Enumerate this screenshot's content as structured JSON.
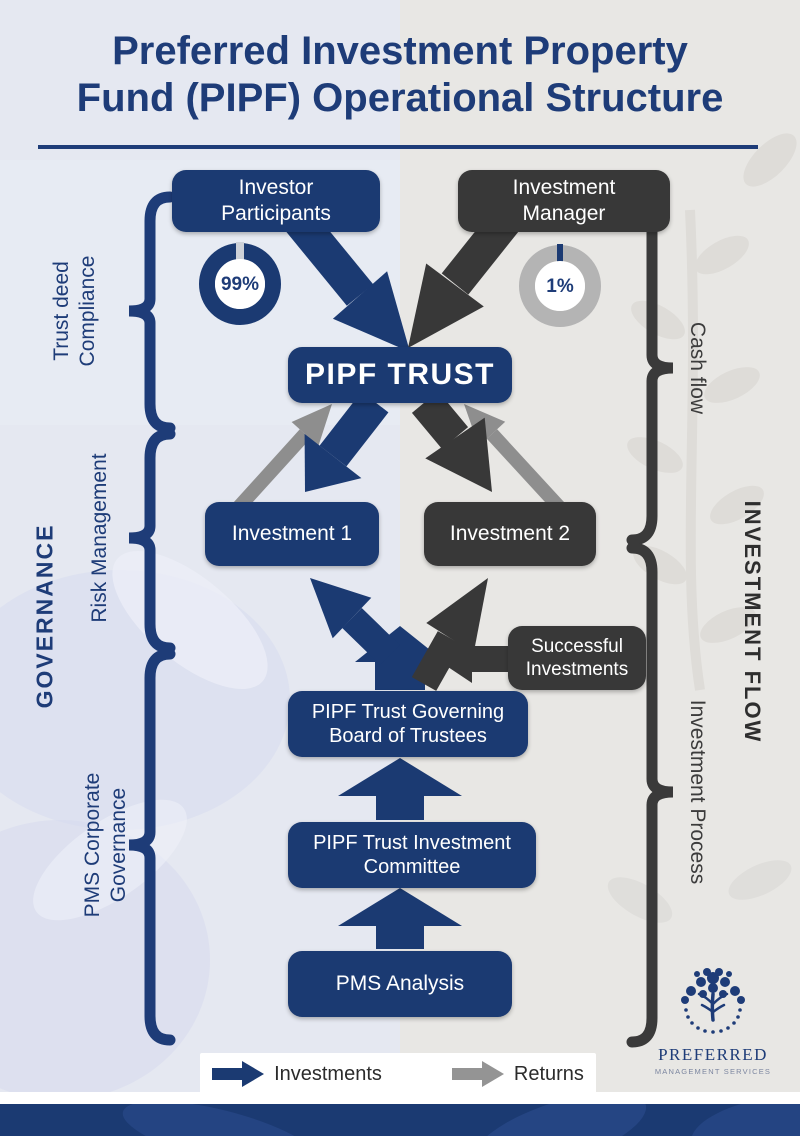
{
  "title": {
    "lines": [
      "Preferred Investment Property",
      "Fund (PIPF) Operational Structure"
    ]
  },
  "left_rail": {
    "governance_label": "GOVERNANCE",
    "sections": [
      {
        "lines": [
          "Trust deed",
          "Compliance"
        ]
      },
      {
        "lines": [
          "Risk Management"
        ]
      },
      {
        "lines": [
          "PMS Corporate",
          "Governance"
        ]
      }
    ]
  },
  "right_rail": {
    "flow_label": "INVESTMENT FLOW",
    "sections": [
      {
        "label": "Cash flow"
      },
      {
        "label": "Investment Process"
      }
    ]
  },
  "nodes": {
    "investor_participants": "Investor Participants",
    "investment_manager": "Investment Manager",
    "pipf_trust": "PIPF TRUST",
    "investment_1": "Investment 1",
    "investment_2": "Investment 2",
    "successful_investments": "Successful Investments",
    "governing_board": "PIPF Trust Governing Board of Trustees",
    "investment_committee": "PIPF Trust Investment Committee",
    "pms_analysis": "PMS Analysis"
  },
  "ownership_split": {
    "investor_participants_pct": "99%",
    "investment_manager_pct": "1%",
    "values": [
      99,
      1
    ]
  },
  "legend": {
    "investments": "Investments",
    "returns": "Returns"
  },
  "logo": {
    "name": "PREFERRED",
    "subtitle": "MANAGEMENT SERVICES"
  },
  "colors": {
    "navy": "#1b3a72",
    "charcoal": "#3a3a3a",
    "gray_arrow": "#8e8e8e",
    "donut_gray": "#b4b4b4",
    "bg_left": "#e5e8f1",
    "bg_right": "#e8e7e4"
  }
}
